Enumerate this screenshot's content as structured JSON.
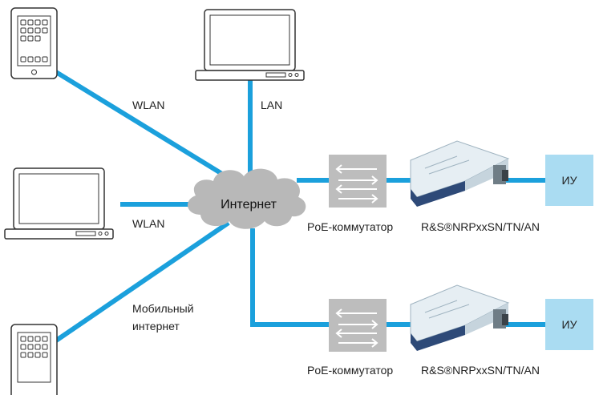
{
  "diagram": {
    "cloud_label": "Интернет",
    "links": {
      "wlan_tablet": "WLAN",
      "lan": "LAN",
      "wlan_laptop": "WLAN",
      "mobile_line1": "Мобильный",
      "mobile_line2": "интернет"
    },
    "chains": [
      {
        "switch_label": "PoE-коммутатор",
        "sensor_label": "R&S®NRPxxSN/TN/AN",
        "dut_label": "ИУ"
      },
      {
        "switch_label": "PoE-коммутатор",
        "sensor_label": "R&S®NRPxxSN/TN/AN",
        "dut_label": "ИУ"
      }
    ],
    "colors": {
      "link": "#1ba0dc",
      "cloud": "#b8b8b8",
      "switch": "#bdbdbd",
      "dut": "#aadcf2",
      "sensor_body": "#d8e6ee"
    }
  }
}
